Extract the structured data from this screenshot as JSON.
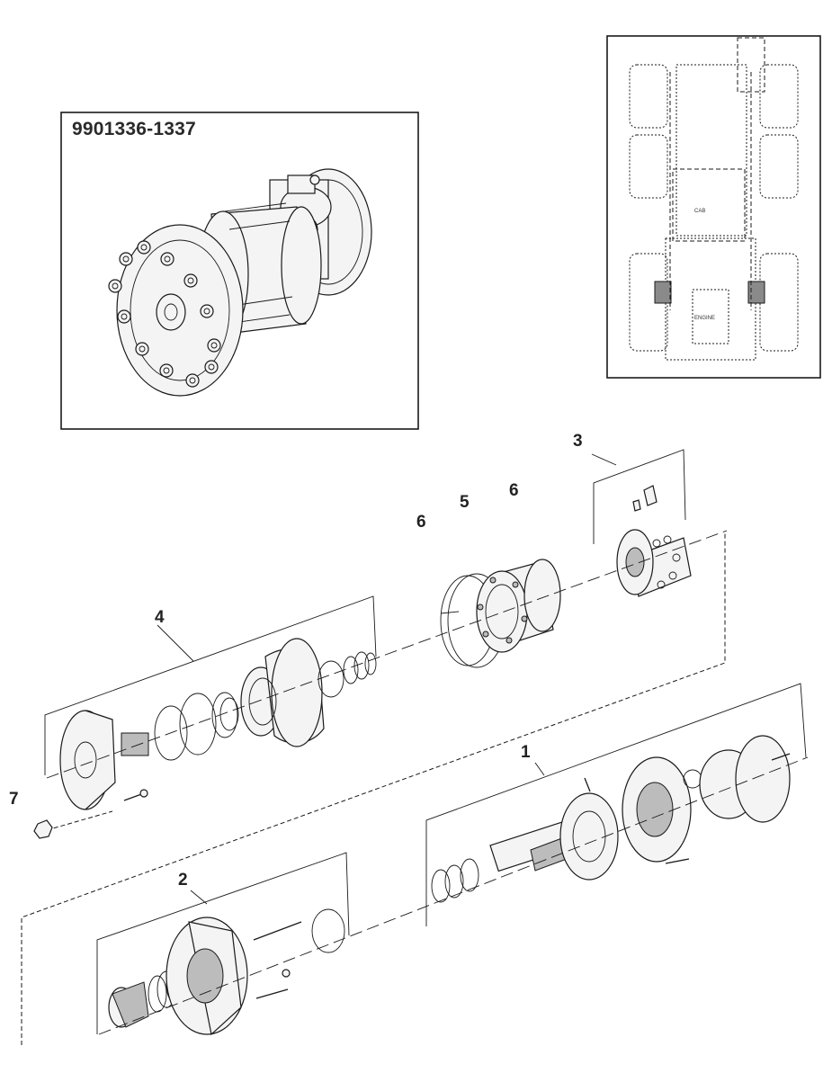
{
  "diagram": {
    "inset_part_number": "9901336-1337",
    "cab_label": "CAB",
    "engine_label": "ENGINE",
    "callouts": [
      "1",
      "2",
      "3",
      "4",
      "5",
      "6",
      "6",
      "7"
    ]
  },
  "colors": {
    "line": "#1a1a1a",
    "part_fill": "#f4f4f4",
    "shade": "#bcbcbc",
    "highlight": "#8a8a8a"
  }
}
